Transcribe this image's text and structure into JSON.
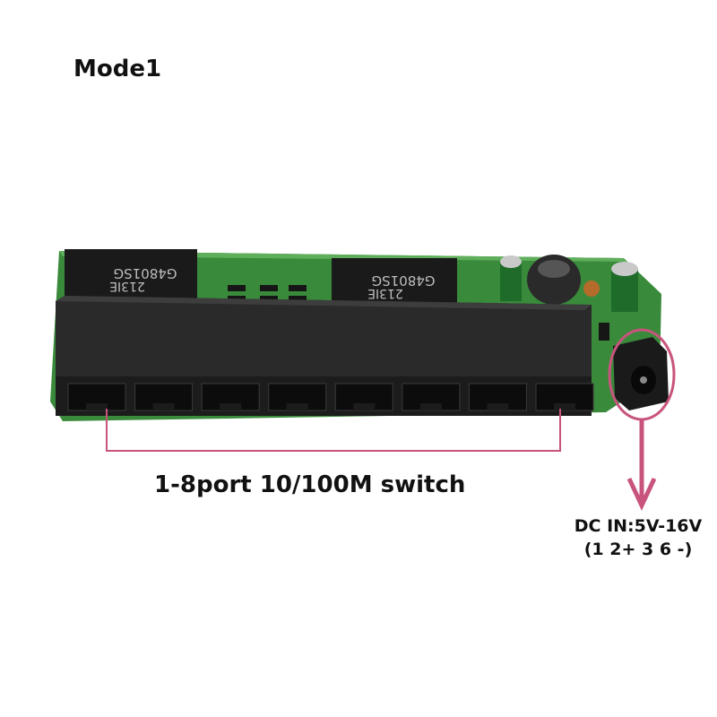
{
  "title": "Mode1",
  "port_label": "1-8port 10/100M switch",
  "dc_label_line1": "DC IN:5V-16V",
  "dc_label_line2": "(1 2+  3 6 -)",
  "chip_markings": {
    "chip1_line1": "G4801SG",
    "chip1_line2": "213IE",
    "chip2_line1": "G4801SG",
    "chip2_line2": "213IE"
  },
  "colors": {
    "pcb": "#3a8a3c",
    "jack": "#1e1e1e",
    "annotation": "#c8547e"
  },
  "port_count": 8
}
